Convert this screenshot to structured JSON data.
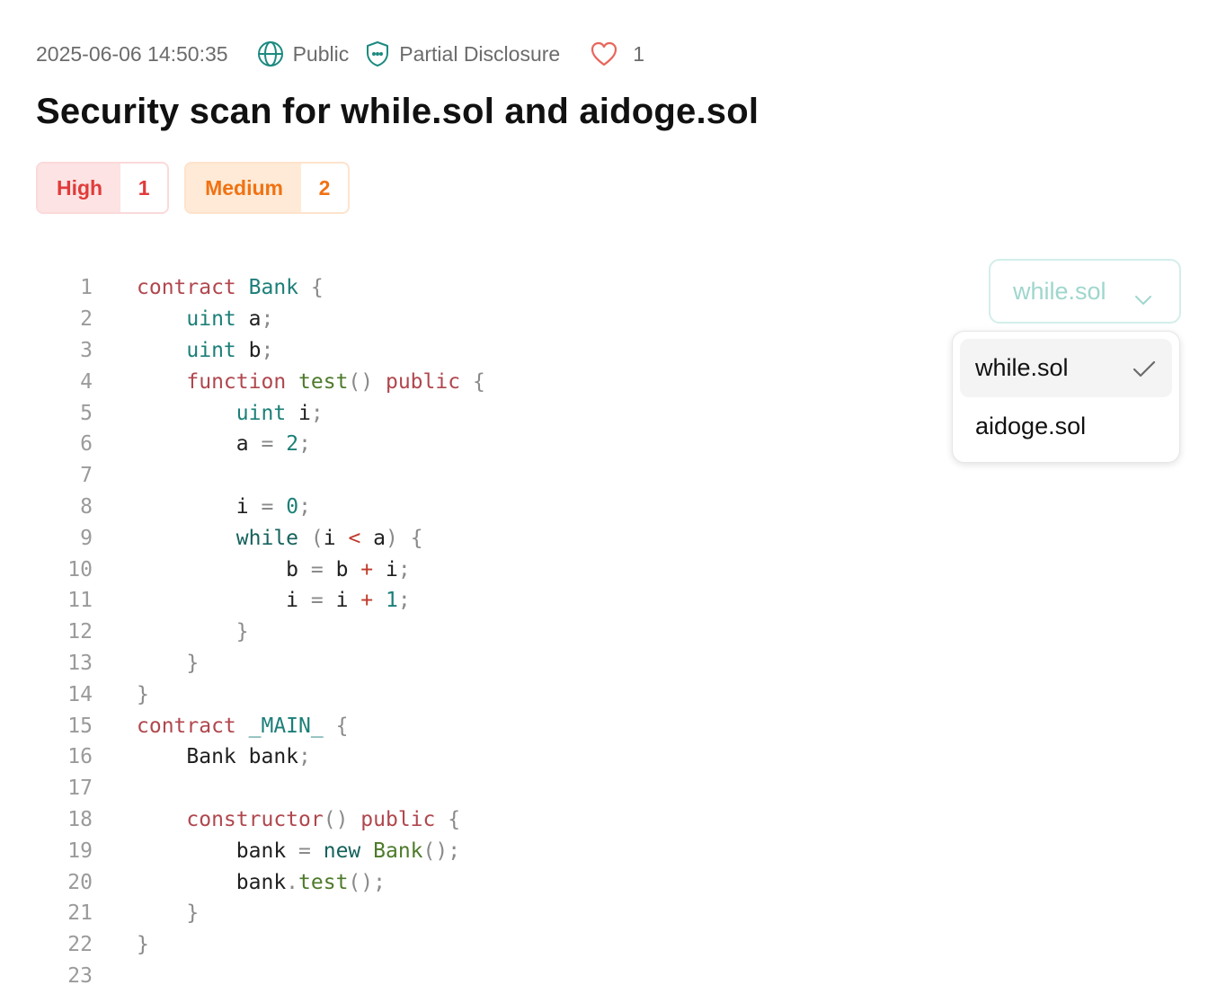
{
  "meta": {
    "timestamp": "2025-06-06 14:50:35",
    "visibility": "Public",
    "disclosure": "Partial Disclosure",
    "likes": "1"
  },
  "title": "Security scan for while.sol and aidoge.sol",
  "badges": [
    {
      "label": "High",
      "count": "1",
      "color": "#e03b3b"
    },
    {
      "label": "Medium",
      "count": "2",
      "color": "#f07213"
    }
  ],
  "file_select": {
    "value": "while.sol",
    "options": [
      {
        "label": "while.sol",
        "selected": true
      },
      {
        "label": "aidoge.sol",
        "selected": false
      }
    ]
  },
  "code": {
    "lines": [
      [
        [
          "k",
          "contract"
        ],
        [
          "s",
          " "
        ],
        [
          "y",
          "Bank"
        ],
        [
          "s",
          " "
        ],
        [
          "p",
          "{"
        ]
      ],
      [
        [
          "s",
          "    "
        ],
        [
          "y",
          "uint"
        ],
        [
          "s",
          " a"
        ],
        [
          "p",
          ";"
        ]
      ],
      [
        [
          "s",
          "    "
        ],
        [
          "y",
          "uint"
        ],
        [
          "s",
          " b"
        ],
        [
          "p",
          ";"
        ]
      ],
      [
        [
          "s",
          "    "
        ],
        [
          "k",
          "function"
        ],
        [
          "s",
          " "
        ],
        [
          "f",
          "test"
        ],
        [
          "p",
          "()"
        ],
        [
          "s",
          " "
        ],
        [
          "k",
          "public"
        ],
        [
          "s",
          " "
        ],
        [
          "p",
          "{"
        ]
      ],
      [
        [
          "s",
          "        "
        ],
        [
          "y",
          "uint"
        ],
        [
          "s",
          " i"
        ],
        [
          "p",
          ";"
        ]
      ],
      [
        [
          "s",
          "        a "
        ],
        [
          "p",
          "="
        ],
        [
          "s",
          " "
        ],
        [
          "n",
          "2"
        ],
        [
          "p",
          ";"
        ]
      ],
      [],
      [
        [
          "s",
          "        i "
        ],
        [
          "p",
          "="
        ],
        [
          "s",
          " "
        ],
        [
          "n",
          "0"
        ],
        [
          "p",
          ";"
        ]
      ],
      [
        [
          "s",
          "        "
        ],
        [
          "w",
          "while"
        ],
        [
          "s",
          " "
        ],
        [
          "p",
          "("
        ],
        [
          "s",
          "i "
        ],
        [
          "o",
          "<"
        ],
        [
          "s",
          " a"
        ],
        [
          "p",
          ")"
        ],
        [
          "s",
          " "
        ],
        [
          "p",
          "{"
        ]
      ],
      [
        [
          "s",
          "            b "
        ],
        [
          "p",
          "="
        ],
        [
          "s",
          " b "
        ],
        [
          "o",
          "+"
        ],
        [
          "s",
          " i"
        ],
        [
          "p",
          ";"
        ]
      ],
      [
        [
          "s",
          "            i "
        ],
        [
          "p",
          "="
        ],
        [
          "s",
          " i "
        ],
        [
          "o",
          "+"
        ],
        [
          "s",
          " "
        ],
        [
          "n",
          "1"
        ],
        [
          "p",
          ";"
        ]
      ],
      [
        [
          "s",
          "        "
        ],
        [
          "p",
          "}"
        ]
      ],
      [
        [
          "s",
          "    "
        ],
        [
          "p",
          "}"
        ]
      ],
      [
        [
          "p",
          "}"
        ]
      ],
      [
        [
          "k",
          "contract"
        ],
        [
          "s",
          " "
        ],
        [
          "y",
          "_MAIN_"
        ],
        [
          "s",
          " "
        ],
        [
          "p",
          "{"
        ]
      ],
      [
        [
          "s",
          "    Bank bank"
        ],
        [
          "p",
          ";"
        ]
      ],
      [],
      [
        [
          "s",
          "    "
        ],
        [
          "k",
          "constructor"
        ],
        [
          "p",
          "()"
        ],
        [
          "s",
          " "
        ],
        [
          "k",
          "public"
        ],
        [
          "s",
          " "
        ],
        [
          "p",
          "{"
        ]
      ],
      [
        [
          "s",
          "        bank "
        ],
        [
          "p",
          "="
        ],
        [
          "s",
          " "
        ],
        [
          "w",
          "new"
        ],
        [
          "s",
          " "
        ],
        [
          "f",
          "Bank"
        ],
        [
          "p",
          "();"
        ]
      ],
      [
        [
          "s",
          "        bank"
        ],
        [
          "p",
          "."
        ],
        [
          "f",
          "test"
        ],
        [
          "p",
          "();"
        ]
      ],
      [
        [
          "s",
          "    "
        ],
        [
          "p",
          "}"
        ]
      ],
      [
        [
          "p",
          "}"
        ]
      ],
      []
    ]
  },
  "colors": {
    "accent_teal": "#1c8a80",
    "heart": "#e8665a",
    "high": "#e03b3b",
    "medium": "#f07213"
  }
}
